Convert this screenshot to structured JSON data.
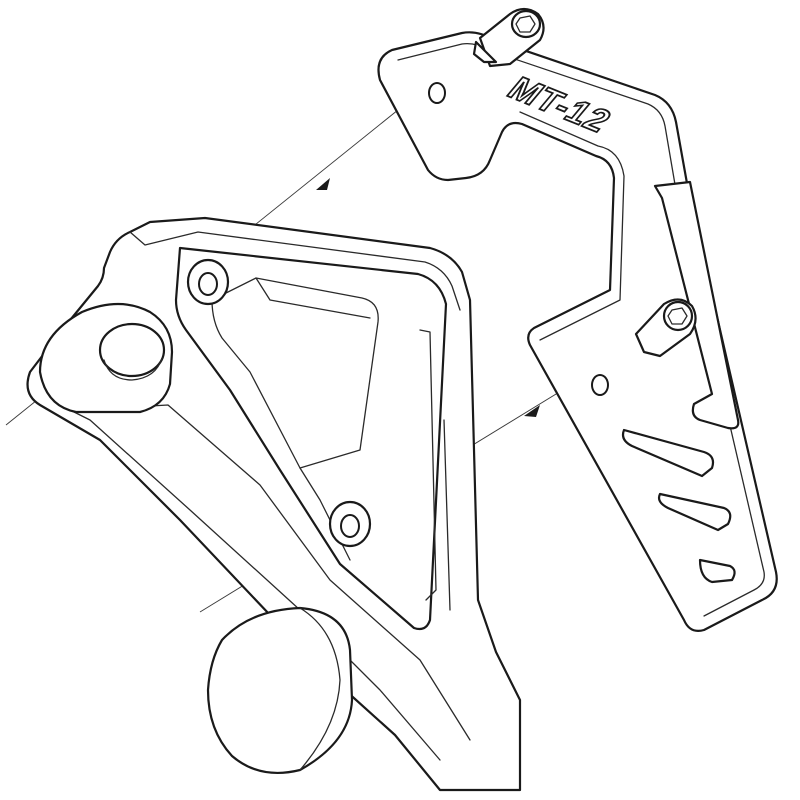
{
  "diagram": {
    "engraved_text": "MT-12",
    "colors": {
      "line": "#1a1a1a",
      "fill": "#ffffff",
      "guide": "#3a3a3a"
    },
    "parts": [
      {
        "id": "screw-top",
        "icon": "hex-socket-screw-icon"
      },
      {
        "id": "screw-middle",
        "icon": "hex-socket-screw-icon"
      },
      {
        "id": "side-plate",
        "icon": "bracket-plate-icon"
      },
      {
        "id": "main-bracket",
        "icon": "bracket-body-icon"
      },
      {
        "id": "knob",
        "icon": "round-knob-icon"
      }
    ]
  }
}
